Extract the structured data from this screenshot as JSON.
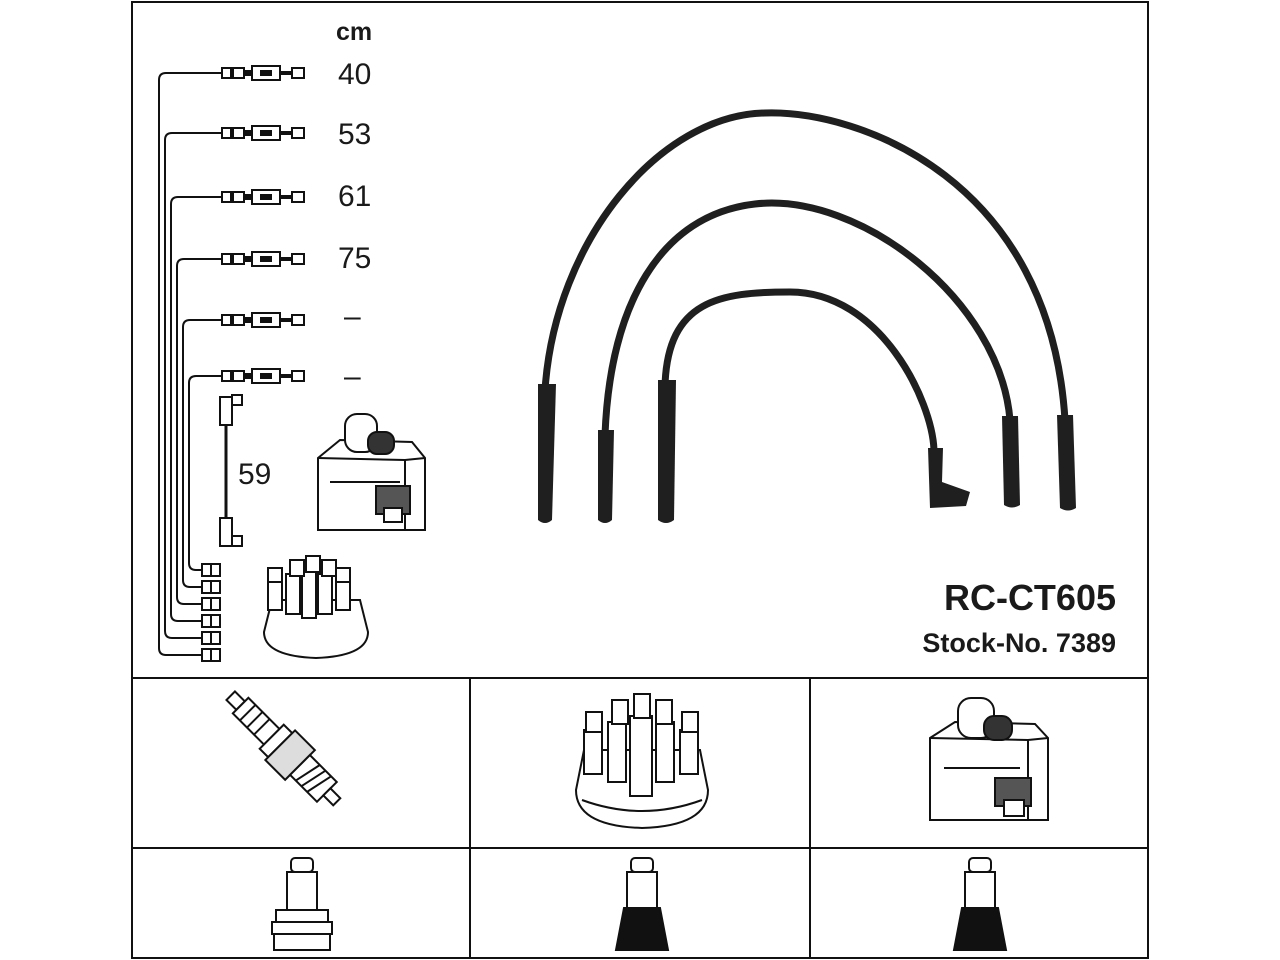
{
  "model": "RC-CT605",
  "stock_label": "Stock-No. 7389",
  "unit": "cm",
  "lengths": [
    "40",
    "53",
    "61",
    "75",
    "–",
    "–"
  ],
  "coil_lead_length": "59",
  "components": {
    "upper_row": [
      "spark-plug-icon",
      "distributor-cap-icon",
      "ignition-coil-icon"
    ],
    "lower_row": [
      "plug-boot-straight-icon",
      "plug-boot-straight-icon",
      "plug-boot-straight-icon"
    ]
  }
}
